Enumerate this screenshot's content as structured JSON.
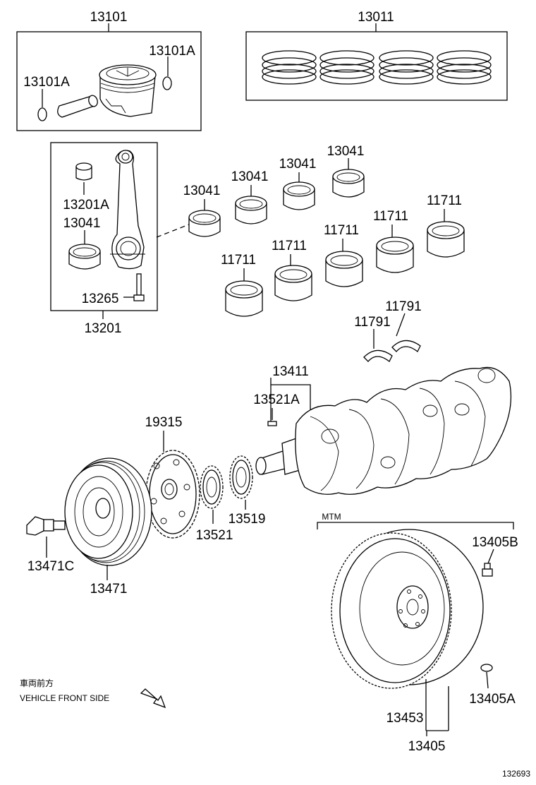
{
  "labels": {
    "l13101": "13101",
    "l13011": "13011",
    "l13101A_right": "13101A",
    "l13101A_left": "13101A",
    "l13201A": "13201A",
    "l13041_rod": "13041",
    "l13265": "13265",
    "l13201": "13201",
    "l13041_a": "13041",
    "l13041_b": "13041",
    "l13041_c": "13041",
    "l13041_d": "13041",
    "l11711_a": "11711",
    "l11711_b": "11711",
    "l11711_c": "11711",
    "l11711_d": "11711",
    "l11711_e": "11711",
    "l11791_a": "11791",
    "l11791_b": "11791",
    "l13411": "13411",
    "l13521A": "13521A",
    "l19315": "19315",
    "l13521": "13521",
    "l13519": "13519",
    "l13471C": "13471C",
    "l13471": "13471",
    "l13405B": "13405B",
    "l13405A": "13405A",
    "l13453": "13453",
    "l13405": "13405"
  },
  "mtm_label": "MTM",
  "front_side": {
    "japanese": "車両前方",
    "english": "VEHICLE FRONT SIDE"
  },
  "figure_number": "132693"
}
